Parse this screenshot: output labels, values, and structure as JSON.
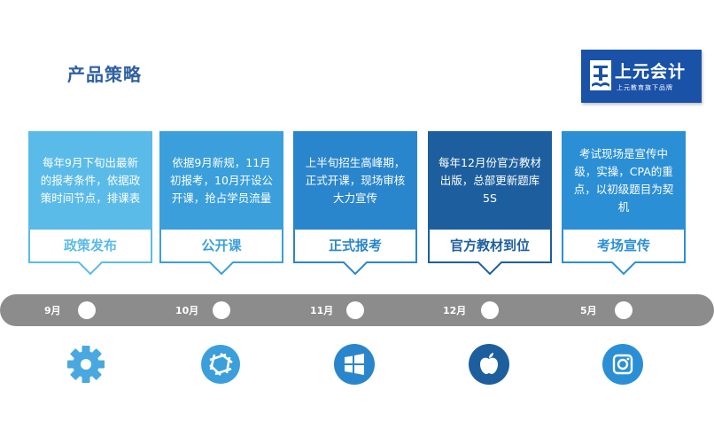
{
  "page": {
    "title": "产品策略"
  },
  "logo": {
    "name": "上元会计",
    "slogan": "上元教育旗下品牌"
  },
  "stages": [
    {
      "description": "每年9月下旬出最新的报考条件，依据政策时间节点，排课表",
      "label": "政策发布",
      "month": "9月",
      "icon": "gear-icon",
      "color": "#5bbbe8"
    },
    {
      "description": "依据9月新规，11月初报考，10月开设公开课，抢占学员流量",
      "label": "公开课",
      "month": "10月",
      "icon": "camera-shutter-icon",
      "color": "#3a9fdb"
    },
    {
      "description": "上半旬招生高峰期，正式开课，现场审核大力宣传",
      "label": "正式报考",
      "month": "11月",
      "icon": "windows-icon",
      "color": "#2a86cc"
    },
    {
      "description": "每年12月份官方教材出版，总部更新题库5S",
      "label": "官方教材到位",
      "month": "12月",
      "icon": "apple-icon",
      "color": "#1d5f9e"
    },
    {
      "description": "考试现场是宣传中级，实操，CPA的重点，以初级题目为契机",
      "label": "考场宣传",
      "month": "5月",
      "icon": "instagram-icon",
      "color": "#2b8fd6"
    }
  ]
}
